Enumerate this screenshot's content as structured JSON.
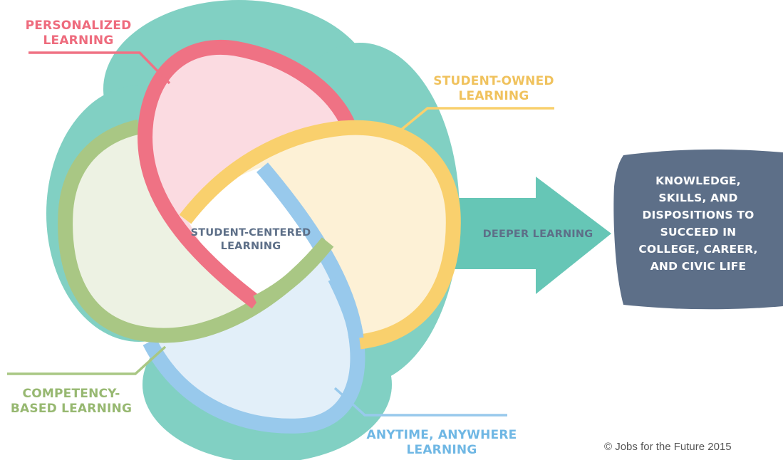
{
  "diagram": {
    "center_label": "STUDENT-CENTERED\nLEARNING",
    "components": [
      {
        "id": "personalized",
        "label": "PERSONALIZED\nLEARNING",
        "color": "#ef7284",
        "fill": "#fbdbe1"
      },
      {
        "id": "student-owned",
        "label": "STUDENT-OWNED\nLEARNING",
        "color": "#f9d06d",
        "fill": "#fdf1d6"
      },
      {
        "id": "competency",
        "label": "COMPETENCY-\nBASED LEARNING",
        "color": "#a9c784",
        "fill": "#edf2e3"
      },
      {
        "id": "anytime",
        "label": "ANYTIME, ANYWHERE\nLEARNING",
        "color": "#98c9ec",
        "fill": "#e2eff9"
      }
    ],
    "arrow_label": "DEEPER LEARNING",
    "outcome_label": "KNOWLEDGE,\nSKILLS, AND\nDISPOSITIONS TO\nSUCCEED IN\nCOLLEGE, CAREER,\nAND CIVIC LIFE",
    "colors": {
      "cloud": "#66c6b6",
      "outcome_box": "#5d6f88",
      "text_dark": "#5d6f88"
    }
  },
  "footer": {
    "copyright": "© Jobs for the Future 2015"
  }
}
